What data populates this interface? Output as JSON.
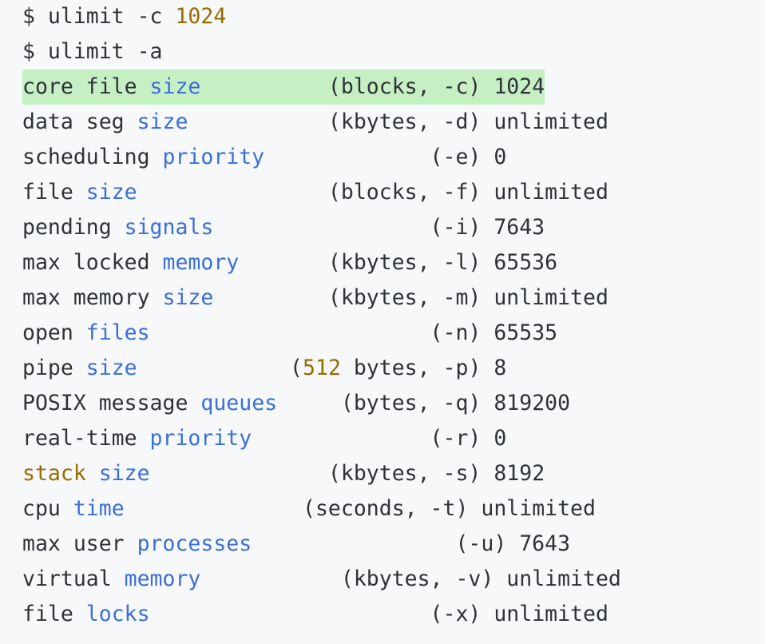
{
  "colors": {
    "background": "#f6f8fa",
    "text": "#2f3237",
    "keyword": "#3b6fd8",
    "number": "#9a6b00",
    "highlight": "#c6efc4"
  },
  "lines": [
    {
      "id": "cmd-1",
      "highlighted": false,
      "tokens": [
        {
          "t": "plain",
          "v": "$ ulimit -c "
        },
        {
          "t": "num",
          "v": "1024"
        }
      ]
    },
    {
      "id": "cmd-2",
      "highlighted": false,
      "tokens": [
        {
          "t": "plain",
          "v": "$ ulimit -a"
        }
      ]
    },
    {
      "id": "row-core",
      "highlighted": true,
      "tokens": [
        {
          "t": "plain",
          "v": "core file "
        },
        {
          "t": "kw",
          "v": "size"
        },
        {
          "t": "plain",
          "v": "          (blocks, -c) 1024"
        }
      ]
    },
    {
      "id": "row-data",
      "highlighted": false,
      "tokens": [
        {
          "t": "plain",
          "v": "data seg "
        },
        {
          "t": "kw",
          "v": "size"
        },
        {
          "t": "plain",
          "v": "           (kbytes, -d) unlimited"
        }
      ]
    },
    {
      "id": "row-sched",
      "highlighted": false,
      "tokens": [
        {
          "t": "plain",
          "v": "scheduling "
        },
        {
          "t": "kw",
          "v": "priority"
        },
        {
          "t": "plain",
          "v": "             (-e) 0"
        }
      ]
    },
    {
      "id": "row-file",
      "highlighted": false,
      "tokens": [
        {
          "t": "plain",
          "v": "file "
        },
        {
          "t": "kw",
          "v": "size"
        },
        {
          "t": "plain",
          "v": "               (blocks, -f) unlimited"
        }
      ]
    },
    {
      "id": "row-pending",
      "highlighted": false,
      "tokens": [
        {
          "t": "plain",
          "v": "pending "
        },
        {
          "t": "kw",
          "v": "signals"
        },
        {
          "t": "plain",
          "v": "                 (-i) 7643"
        }
      ]
    },
    {
      "id": "row-locked",
      "highlighted": false,
      "tokens": [
        {
          "t": "plain",
          "v": "max locked "
        },
        {
          "t": "kw",
          "v": "memory"
        },
        {
          "t": "plain",
          "v": "       (kbytes, -l) 65536"
        }
      ]
    },
    {
      "id": "row-memsize",
      "highlighted": false,
      "tokens": [
        {
          "t": "plain",
          "v": "max memory "
        },
        {
          "t": "kw",
          "v": "size"
        },
        {
          "t": "plain",
          "v": "         (kbytes, -m) unlimited"
        }
      ]
    },
    {
      "id": "row-open",
      "highlighted": false,
      "tokens": [
        {
          "t": "plain",
          "v": "open "
        },
        {
          "t": "kw",
          "v": "files"
        },
        {
          "t": "plain",
          "v": "                      (-n) 65535"
        }
      ]
    },
    {
      "id": "row-pipe",
      "highlighted": false,
      "tokens": [
        {
          "t": "plain",
          "v": "pipe "
        },
        {
          "t": "kw",
          "v": "size"
        },
        {
          "t": "plain",
          "v": "            ("
        },
        {
          "t": "num",
          "v": "512"
        },
        {
          "t": "plain",
          "v": " bytes, -p) 8"
        }
      ]
    },
    {
      "id": "row-posix",
      "highlighted": false,
      "tokens": [
        {
          "t": "plain",
          "v": "POSIX message "
        },
        {
          "t": "kw",
          "v": "queues"
        },
        {
          "t": "plain",
          "v": "     (bytes, -q) 819200"
        }
      ]
    },
    {
      "id": "row-rtprio",
      "highlighted": false,
      "tokens": [
        {
          "t": "plain",
          "v": "real-time "
        },
        {
          "t": "kw",
          "v": "priority"
        },
        {
          "t": "plain",
          "v": "              (-r) 0"
        }
      ]
    },
    {
      "id": "row-stack",
      "highlighted": false,
      "tokens": [
        {
          "t": "num",
          "v": "stack"
        },
        {
          "t": "plain",
          "v": " "
        },
        {
          "t": "kw",
          "v": "size"
        },
        {
          "t": "plain",
          "v": "              (kbytes, -s) 8192"
        }
      ]
    },
    {
      "id": "row-cpu",
      "highlighted": false,
      "tokens": [
        {
          "t": "plain",
          "v": "cpu "
        },
        {
          "t": "kw",
          "v": "time"
        },
        {
          "t": "plain",
          "v": "              (seconds, -t) unlimited"
        }
      ]
    },
    {
      "id": "row-procs",
      "highlighted": false,
      "tokens": [
        {
          "t": "plain",
          "v": "max user "
        },
        {
          "t": "kw",
          "v": "processes"
        },
        {
          "t": "plain",
          "v": "                (-u) 7643"
        }
      ]
    },
    {
      "id": "row-virt",
      "highlighted": false,
      "tokens": [
        {
          "t": "plain",
          "v": "virtual "
        },
        {
          "t": "kw",
          "v": "memory"
        },
        {
          "t": "plain",
          "v": "           (kbytes, -v) unlimited"
        }
      ]
    },
    {
      "id": "row-locks",
      "highlighted": false,
      "tokens": [
        {
          "t": "plain",
          "v": "file "
        },
        {
          "t": "kw",
          "v": "locks"
        },
        {
          "t": "plain",
          "v": "                      (-x) unlimited"
        }
      ]
    }
  ]
}
